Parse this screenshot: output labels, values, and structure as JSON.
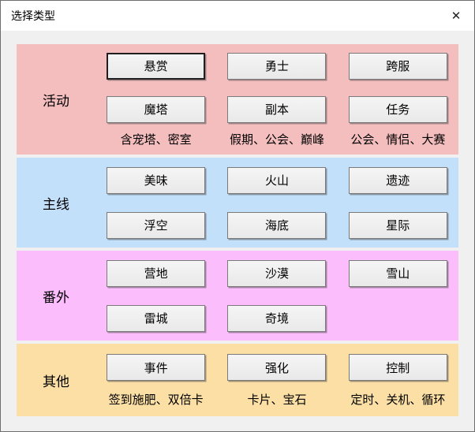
{
  "window": {
    "title": "选择类型",
    "close_glyph": "✕"
  },
  "sections": [
    {
      "label": "活动",
      "color": "#f5bebe",
      "buttons": [
        "悬赏",
        "勇士",
        "跨服",
        "魔塔",
        "副本",
        "任务"
      ],
      "notes": [
        "含宠塔、密室",
        "假期、公会、巅峰",
        "公会、情侣、大赛"
      ]
    },
    {
      "label": "主线",
      "color": "#c3e0fa",
      "buttons": [
        "美味",
        "火山",
        "遗迹",
        "浮空",
        "海底",
        "星际"
      ],
      "notes": []
    },
    {
      "label": "番外",
      "color": "#fcbdfc",
      "buttons": [
        "营地",
        "沙漠",
        "雪山",
        "雷城",
        "奇境"
      ],
      "notes": []
    },
    {
      "label": "其他",
      "color": "#fbdfa5",
      "buttons": [
        "事件",
        "强化",
        "控制"
      ],
      "notes": [
        "签到施肥、双倍卡",
        "卡片、宝石",
        "定时、关机、循环"
      ]
    }
  ]
}
